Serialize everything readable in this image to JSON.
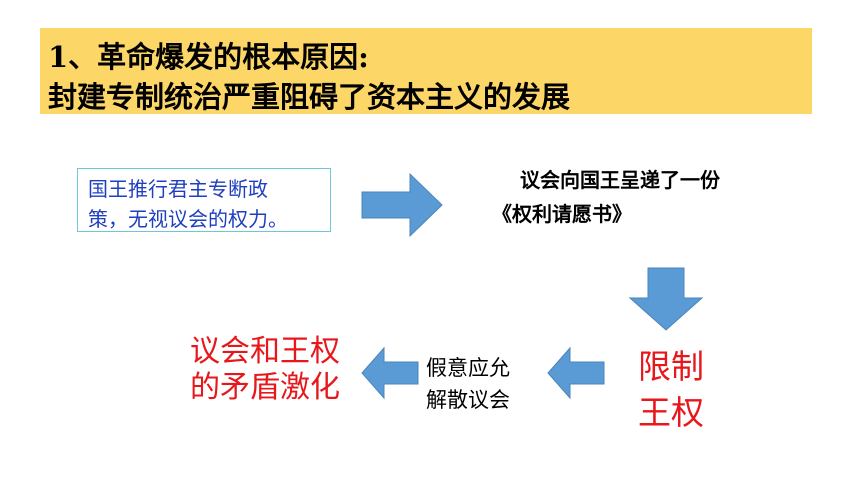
{
  "header": {
    "line1": "1、革命爆发的根本原因:",
    "line2": "封建专制统治严重阻碍了资本主义的发展"
  },
  "nodes": {
    "king_policy": {
      "line1": "国王推行君主专断政",
      "line2": "策，无视议会的权力。"
    },
    "petition": {
      "line1": "议会向国王呈递了一份",
      "line2": "《权利请愿书》"
    },
    "limit_power": {
      "line1": "限制",
      "line2": "王权"
    },
    "pretend": {
      "line1": "假意应允",
      "line2": "解散议会"
    },
    "conflict": {
      "line1": "议会和王权",
      "line2": "的矛盾激化"
    }
  },
  "colors": {
    "banner": "#fcd667",
    "arrow": "#5b9bd5",
    "emphasis": "#e8171b",
    "box_text": "#1f3fbf",
    "box_border": "#6fc7d6"
  },
  "icons": [
    "arrow-right-icon",
    "arrow-down-icon",
    "arrow-left-icon",
    "arrow-left-icon"
  ]
}
